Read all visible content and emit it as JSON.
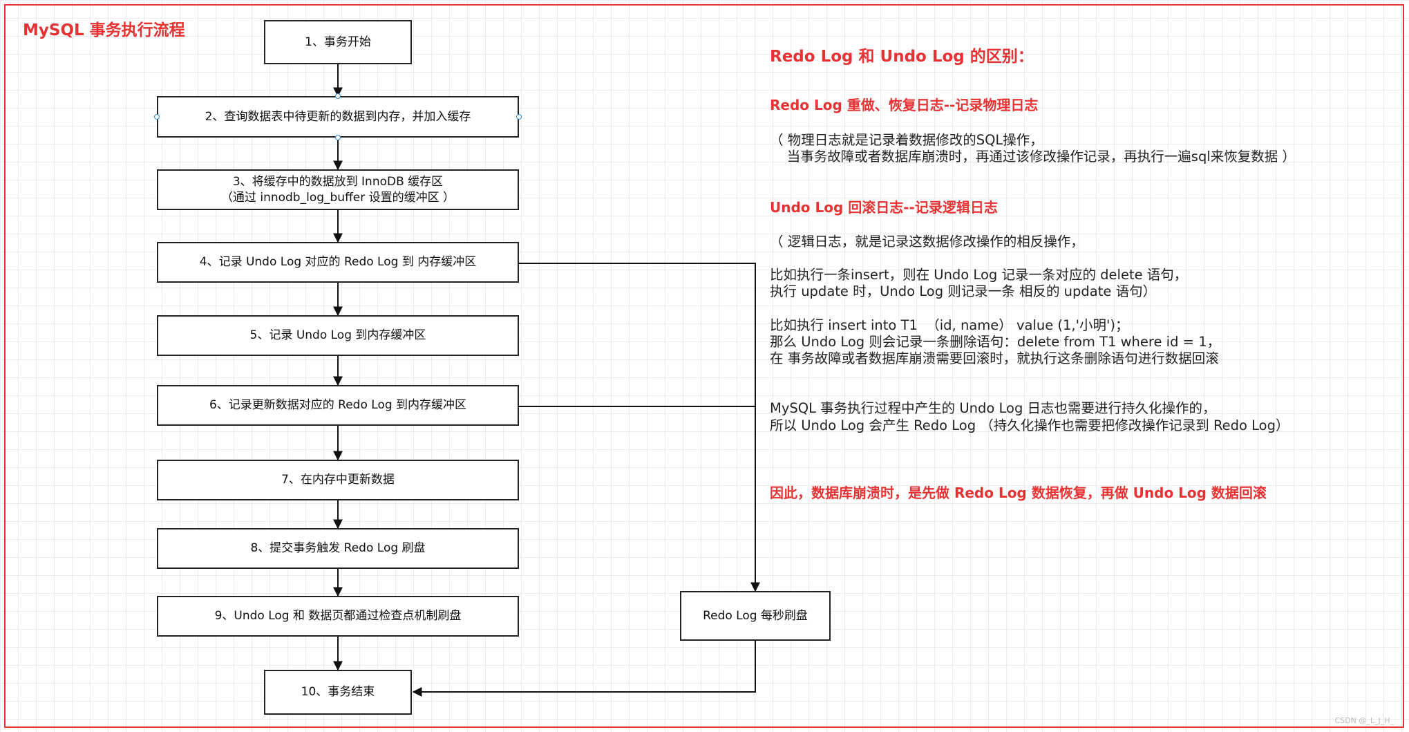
{
  "title": "MySQL 事务执行流程",
  "steps": [
    {
      "lines": [
        "1、事务开始"
      ]
    },
    {
      "lines": [
        "2、查询数据表中待更新的数据到内存，并加入缓存"
      ]
    },
    {
      "lines": [
        "3、将缓存中的数据放到 InnoDB 缓存区",
        "（通过 innodb_log_buffer 设置的缓冲区 ）"
      ]
    },
    {
      "lines": [
        "4、记录 Undo Log 对应的 Redo Log 到 内存缓冲区"
      ]
    },
    {
      "lines": [
        "5、记录 Undo Log 到内存缓冲区"
      ]
    },
    {
      "lines": [
        "6、记录更新数据对应的 Redo Log 到内存缓冲区"
      ]
    },
    {
      "lines": [
        "7、在内存中更新数据"
      ]
    },
    {
      "lines": [
        "8、提交事务触发 Redo Log 刷盘"
      ]
    },
    {
      "lines": [
        "9、Undo Log 和 数据页都通过检查点机制刷盘"
      ]
    },
    {
      "lines": [
        "10、事务结束"
      ]
    }
  ],
  "side_box": "Redo Log 每秒刷盘",
  "notes": {
    "heading": "Redo Log 和 Undo Log 的区别：",
    "redo_title": "Redo Log 重做、恢复日志--记录物理日志",
    "redo_desc_1": "（ 物理日志就是记录着数据修改的SQL操作，",
    "redo_desc_2": "    当事务故障或者数据库崩溃时，再通过该修改操作记录，再执行一遍sql来恢复数据 ）",
    "undo_title": "Undo Log 回滚日志--记录逻辑日志",
    "undo_desc_1": "（ 逻辑日志，就是记录这数据修改操作的相反操作，",
    "undo_desc_2": "比如执行一条insert，则在 Undo Log 记录一条对应的 delete 语句，",
    "undo_desc_3": "执行 update 时，Undo Log 则记录一条 相反的 update 语句）",
    "example_1": "比如执行 insert into T1  （id, name） value (1,'小明')；",
    "example_2": "那么 Undo Log 则会记录一条删除语句：delete from T1 where id = 1，",
    "example_3": "在 事务故障或者数据库崩溃需要回滚时，就执行这条删除语句进行数据回滚",
    "persist_1": "MySQL 事务执行过程中产生的 Undo Log 日志也需要进行持久化操作的，",
    "persist_2": "所以 Undo Log 会产生 Redo Log （持久化操作也需要把修改操作记录到 Redo Log）",
    "conclusion": "因此，数据库崩溃时，是先做 Redo Log 数据恢复，再做 Undo Log 数据回滚"
  },
  "watermark": "CSDN @_L_J_H_"
}
